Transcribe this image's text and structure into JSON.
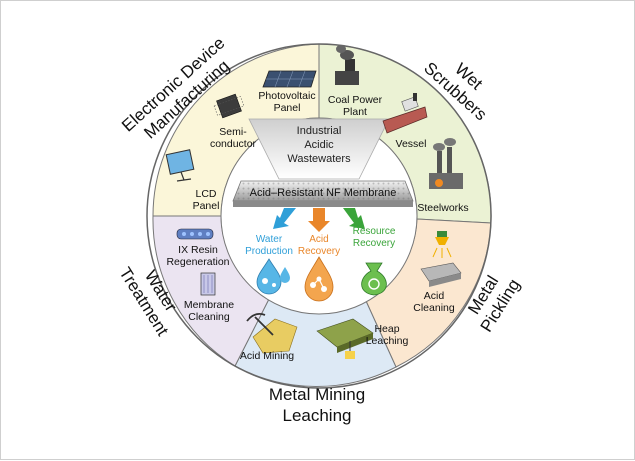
{
  "outer_labels": {
    "electronic": [
      "Electronic Device",
      "Manufacturing"
    ],
    "wet": [
      "Wet",
      "Scrubbers"
    ],
    "water": [
      "Water",
      "Treatment"
    ],
    "pickling": [
      "Metal",
      "Pickling"
    ],
    "mining": [
      "Metal Mining",
      "Leaching"
    ]
  },
  "ring_items": {
    "photovoltaic": [
      "Photovoltaic",
      "Panel"
    ],
    "semiconductor": [
      "Semi-",
      "conductor"
    ],
    "lcd": [
      "LCD",
      "Panel"
    ],
    "coal": [
      "Coal Power",
      "Plant"
    ],
    "vessel": "Vessel",
    "steelworks": "Steelworks",
    "ix": [
      "IX Resin",
      "Regeneration"
    ],
    "membrane_cleaning": [
      "Membrane",
      "Cleaning"
    ],
    "acid_cleaning": [
      "Acid",
      "Cleaning"
    ],
    "acid_mining": "Acid Mining",
    "heap": [
      "Heap",
      "Leaching"
    ]
  },
  "center": {
    "source": [
      "Industrial",
      "Acidic",
      "Wastewaters"
    ],
    "membrane": "Acid–Resistant NF Membrane",
    "outputs": {
      "water": [
        "Water",
        "Production"
      ],
      "acid": [
        "Acid",
        "Recovery"
      ],
      "resource": [
        "Resource",
        "Recovery"
      ]
    }
  },
  "colors": {
    "sector_yellow": "#fbf6d9",
    "sector_green": "#ebf2d4",
    "sector_peach": "#fbe7d0",
    "sector_blue": "#dde9f5",
    "sector_purple": "#ebe4f1",
    "blue": "#2f9fd8",
    "orange": "#e9862a",
    "green": "#3aa43a"
  }
}
